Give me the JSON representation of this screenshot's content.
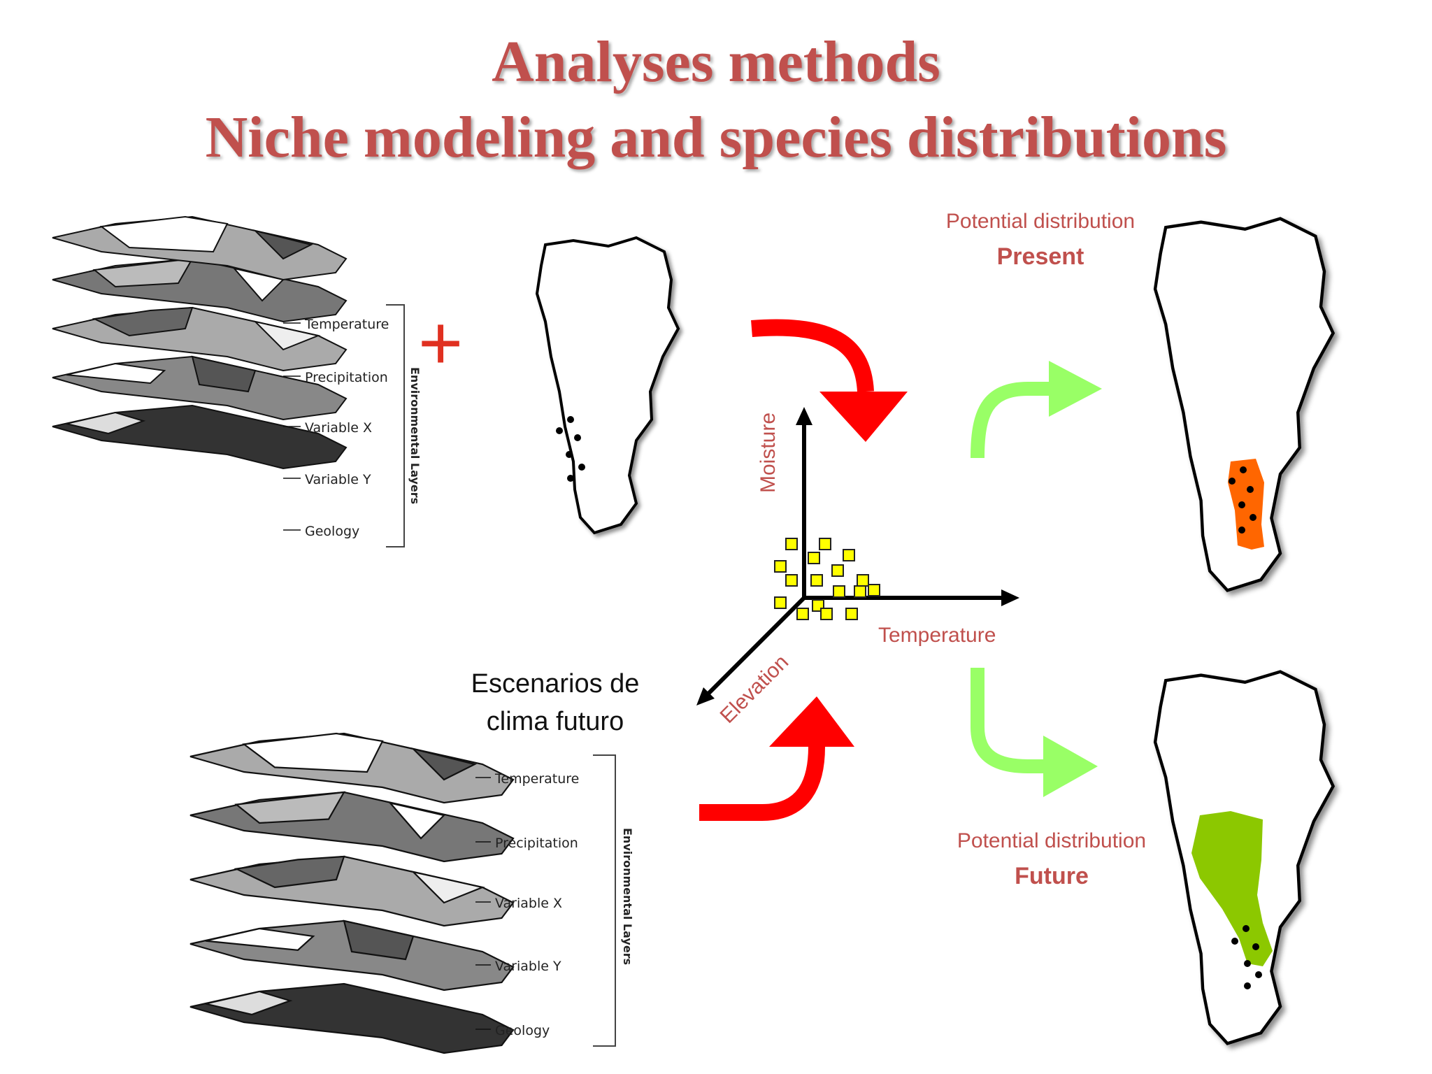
{
  "title": {
    "line1": "Analyses methods",
    "line2": "Niche modeling and species distributions"
  },
  "layer_stack_top": {
    "labels": [
      "Temperature",
      "Precipitation",
      "Variable X",
      "Variable Y",
      "Geology"
    ],
    "bracket_label": "Environmental Layers"
  },
  "layer_stack_bottom": {
    "labels": [
      "Temperature",
      "Precipitation",
      "Variable X",
      "Variable Y",
      "Geology"
    ],
    "bracket_label": "Environmental Layers"
  },
  "plus_symbol": "+",
  "future_scenarios": {
    "line1": "Escenarios de",
    "line2": "clima futuro"
  },
  "axes": {
    "y_label": "Moisture",
    "x_label": "Temperature",
    "z_label": "Elevation"
  },
  "present": {
    "label": "Potential distribution",
    "sublabel": "Present"
  },
  "future": {
    "label": "Potential distribution",
    "sublabel": "Future"
  },
  "colors": {
    "title": "#c0504d",
    "red_arrow": "#ff0000",
    "green_arrow": "#99ff66",
    "present_area": "#ff6600",
    "future_area": "#8cc800",
    "occurrence_marker": "#ffff00"
  }
}
